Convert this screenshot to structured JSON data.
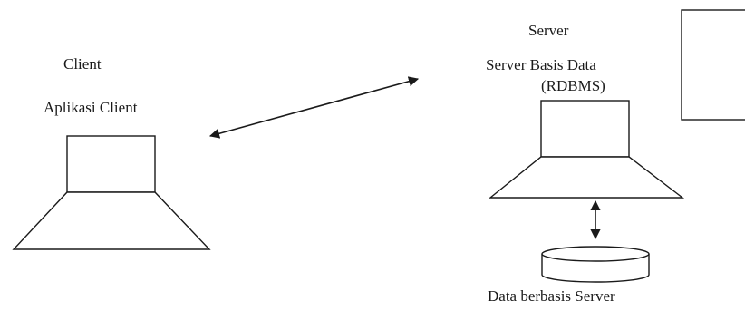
{
  "client": {
    "title": "Client",
    "app_label": "Aplikasi Client"
  },
  "server": {
    "title": "Server",
    "db_label_line1": "Server Basis Data",
    "db_label_line2": "(RDBMS)",
    "storage_label": "Data berbasis Server"
  },
  "colors": {
    "stroke": "#1a1a1a",
    "background": "#ffffff"
  }
}
